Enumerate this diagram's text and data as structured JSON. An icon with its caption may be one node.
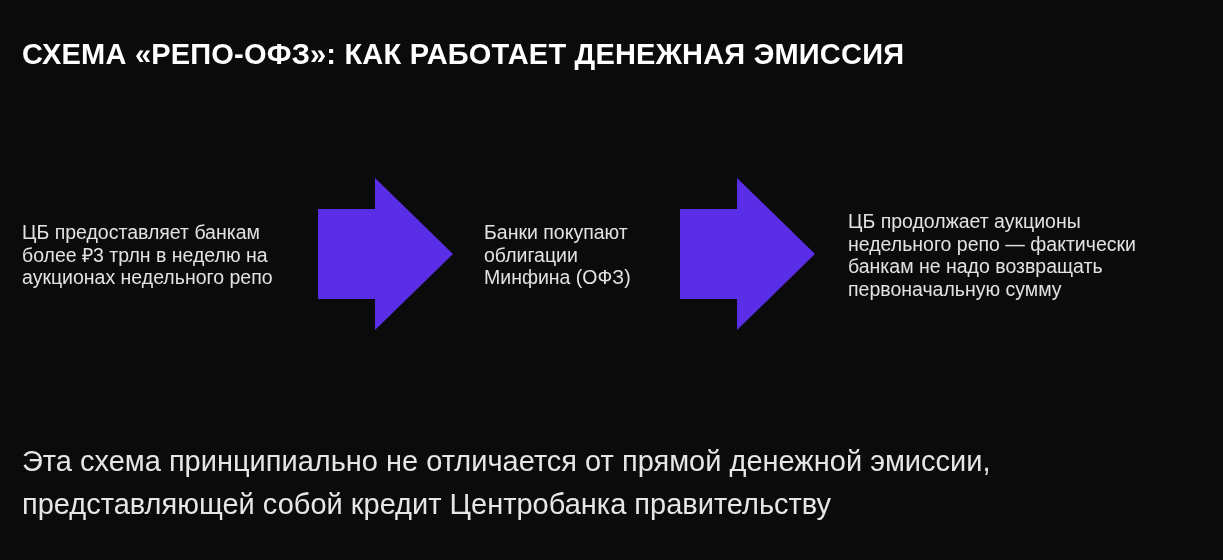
{
  "diagram": {
    "title": "СХЕМА «РЕПО-ОФЗ»: КАК РАБОТАЕТ ДЕНЕЖНАЯ ЭМИССИЯ",
    "nodes": [
      {
        "text": [
          "ЦБ предоставляет банкам более ₽3 трлн в неделю на аукционах недельного репо"
        ]
      },
      {
        "text": [
          "Банки покупают облигации Минфина (ОФЗ)"
        ]
      },
      {
        "text": [
          "ЦБ продолжает аукционы недельного репо — фактически банкам не надо возвращать первоначальную сумму"
        ]
      }
    ],
    "edges": [
      {
        "from": 0,
        "to": 1,
        "arrow": "to",
        "style": "thick",
        "color": "#5a2ee6"
      },
      {
        "from": 1,
        "to": 2,
        "arrow": "to",
        "style": "thick",
        "color": "#5a2ee6"
      }
    ],
    "caption": "Эта схема принципиально не отличается от прямой денежной эмиссии, представляющей собой кредит Центробанка правительству"
  }
}
